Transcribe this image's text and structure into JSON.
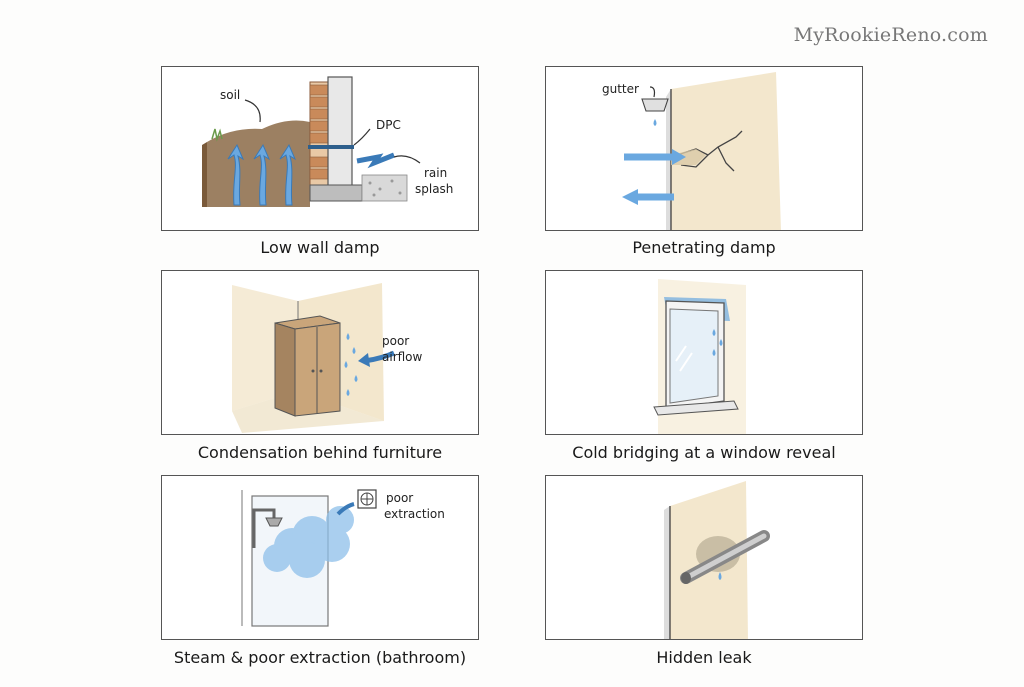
{
  "brand": "MyRookieReno.com",
  "panels": [
    {
      "caption": "Low wall damp",
      "labels": {
        "soil": "soil",
        "dpc": "DPC",
        "rain1": "rain",
        "rain2": "splash"
      }
    },
    {
      "caption": "Penetrating damp",
      "labels": {
        "gutter": "gutter"
      }
    },
    {
      "caption": "Condensation behind furniture",
      "labels": {
        "l1": "poor",
        "l2": "airflow"
      }
    },
    {
      "caption": "Cold bridging at a window reveal"
    },
    {
      "caption": "Steam & poor extraction (bathroom)",
      "labels": {
        "l1": "poor",
        "l2": "extraction"
      }
    },
    {
      "caption": "Hidden leak"
    }
  ],
  "colors": {
    "water": "#6aa8e0",
    "wall": "#f1e3c4",
    "soil": "#8b6a46",
    "brick": "#c98a5a"
  }
}
